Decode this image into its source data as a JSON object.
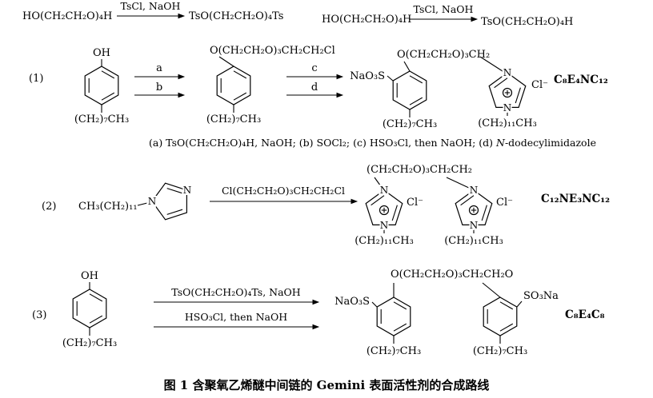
{
  "page": {
    "caption": "图 1  含聚氧乙烯醚中间链的 Gemini 表面活性剂的合成路线"
  },
  "top_left": {
    "reactant": "HO(CH₂CH₂O)₄H",
    "reagent": "TsCl, NaOH",
    "product": "TsO(CH₂CH₂O)₄Ts"
  },
  "top_right": {
    "reactant": "HO(CH₂CH₂O)₄H",
    "reagent": "TsCl, NaOH",
    "product": "TsO(CH₂CH₂O)₄H"
  },
  "rxn1": {
    "number": "(1)",
    "phenol": {
      "top": "OH",
      "tail": "(CH₂)₇CH₃"
    },
    "steps": {
      "a": "a",
      "b": "b",
      "c": "c",
      "d": "d"
    },
    "intermediate": {
      "chain": "O(CH₂CH₂O)₃CH₂CH₂Cl",
      "tail": "(CH₂)₇CH₃"
    },
    "product": {
      "sulfonate": "NaO₃S",
      "chain": "O(CH₂CH₂O)₃CH₂",
      "tail": "(CH₂)₇CH₃",
      "n_top": "N",
      "n_bottom": "N",
      "counterion": "Cl⁻",
      "imid_tail": "(CH₂)₁₁CH₃"
    },
    "name": "C₈E₄NC₁₂",
    "footnote": {
      "part1": "(a) TsO(CH₂CH₂O)₄H, NaOH; (b) SOCl₂; (c) HSO₃Cl, then NaOH; (d) ",
      "italic": "N",
      "part2": "-dodecylimidazole"
    }
  },
  "rxn2": {
    "number": "(2)",
    "reactant": {
      "alkyl": "CH₃(CH₂)₁₁",
      "n1": "N",
      "n2": "N"
    },
    "reagent": "Cl(CH₂CH₂O)₃CH₂CH₂Cl",
    "product": {
      "chain": "(CH₂CH₂O)₃CH₂CH₂",
      "n_top1": "N",
      "n_bottom1": "N",
      "n_top2": "N",
      "n_bottom2": "N",
      "counterion1": "Cl⁻",
      "counterion2": "Cl⁻",
      "tail1": "(CH₂)₁₁CH₃",
      "tail2": "(CH₂)₁₁CH₃"
    },
    "name": "C₁₂NE₃NC₁₂"
  },
  "rxn3": {
    "number": "(3)",
    "phenol": {
      "top": "OH",
      "tail": "(CH₂)₇CH₃"
    },
    "reagent1": "TsO(CH₂CH₂O)₄Ts, NaOH",
    "reagent2": "HSO₃Cl, then NaOH",
    "product": {
      "chain": "O(CH₂CH₂O)₃CH₂CH₂O",
      "sulfonate_left": "NaO₃S",
      "sulfonate_right": "SO₃Na",
      "tail1": "(CH₂)₇CH₃",
      "tail2": "(CH₂)₇CH₃"
    },
    "name": "C₈E₄C₈"
  }
}
